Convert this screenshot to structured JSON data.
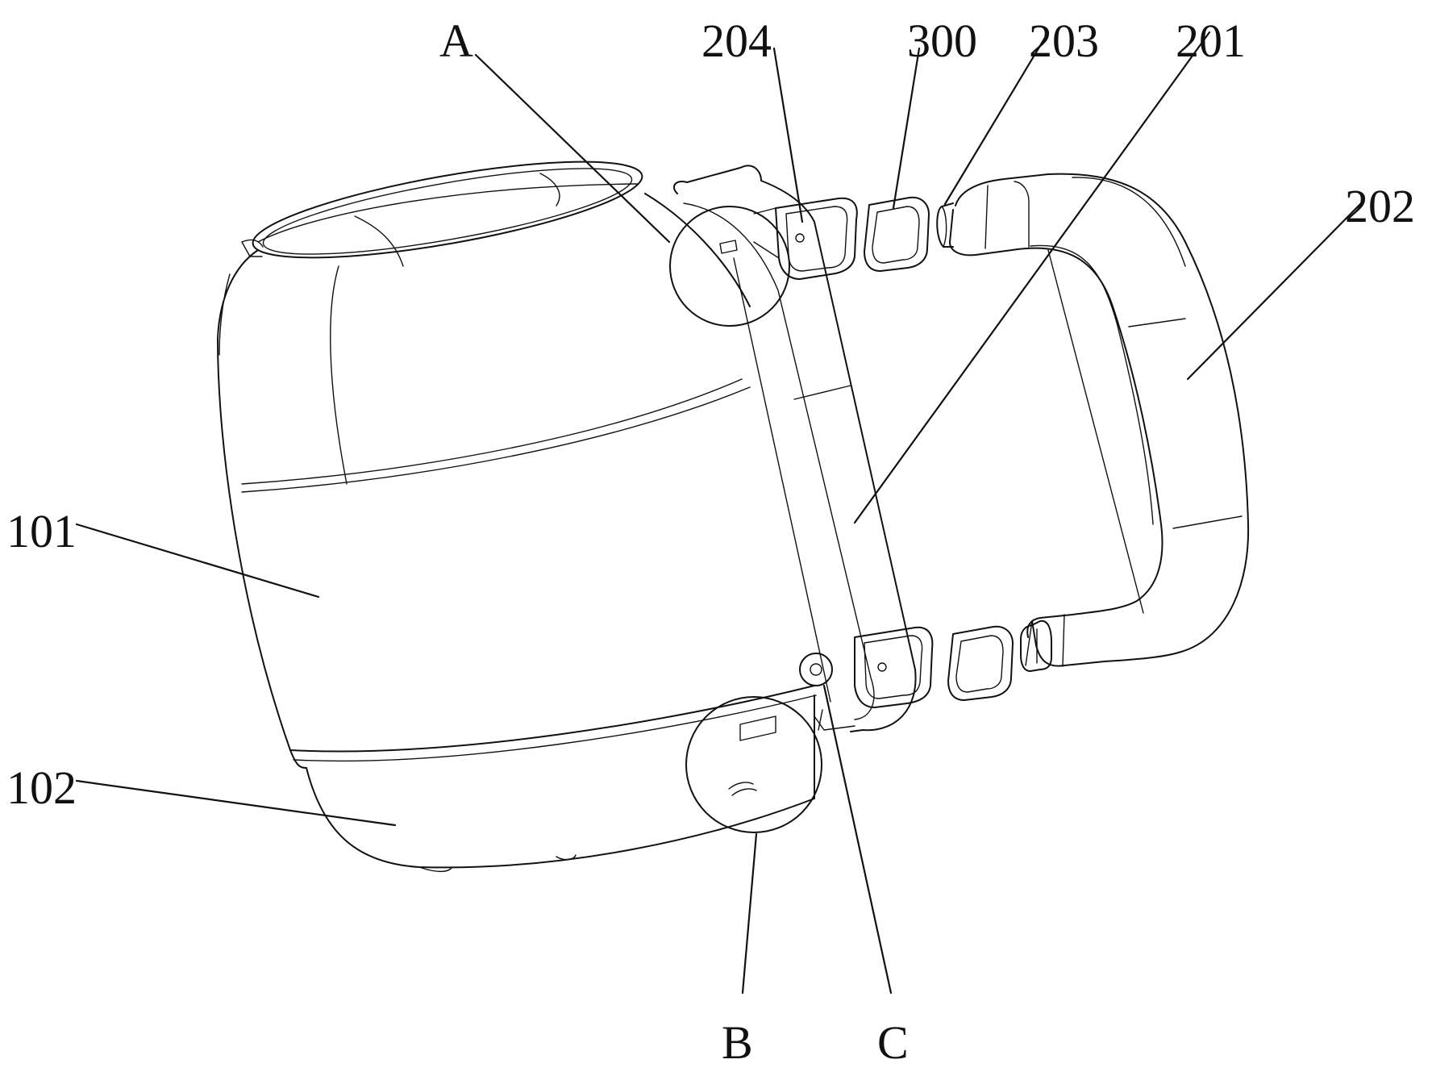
{
  "figure": {
    "labels": {
      "a": "A",
      "b": "B",
      "c": "C",
      "n101": "101",
      "n102": "102",
      "n201": "201",
      "n202": "202",
      "n203": "203",
      "n204": "204",
      "n300": "300"
    },
    "colors": {
      "line": "#111111",
      "background": "#ffffff"
    }
  }
}
